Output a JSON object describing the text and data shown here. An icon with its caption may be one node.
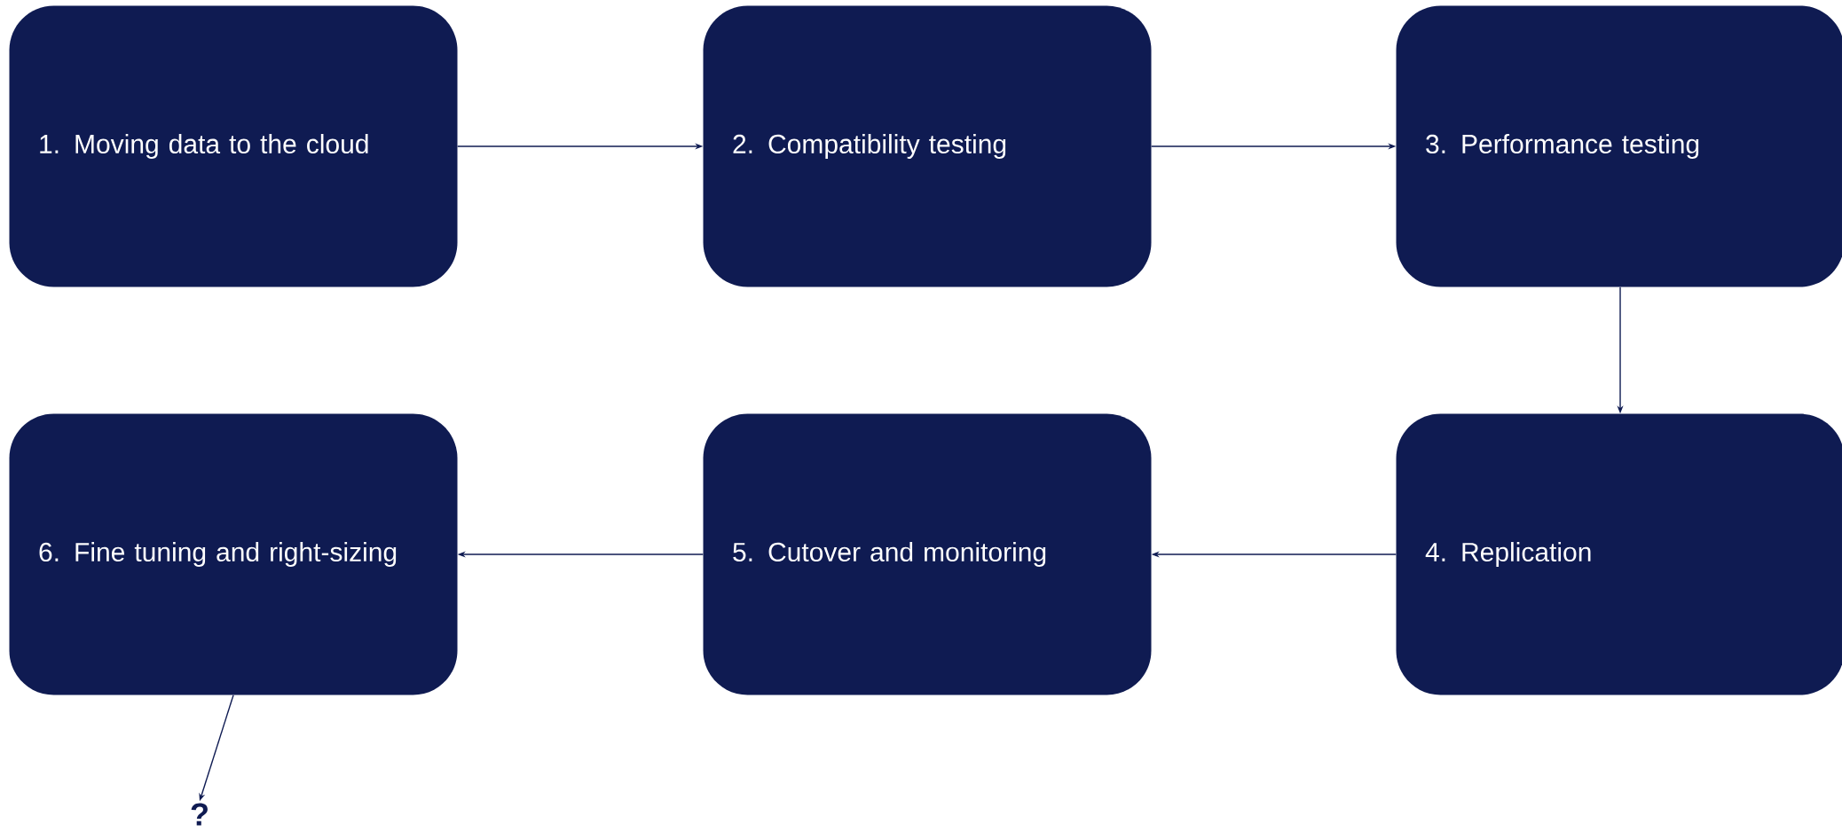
{
  "diagram": {
    "nodes": [
      {
        "text": [
          "1. Moving data to the cloud"
        ]
      },
      {
        "text": [
          "2. Compatibility testing"
        ]
      },
      {
        "text": [
          "3. Performance testing"
        ]
      },
      {
        "text": [
          "4. Replication"
        ]
      },
      {
        "text": [
          "5. Cutover and monitoring"
        ]
      },
      {
        "text": [
          "6. Fine tuning and right-sizing"
        ]
      },
      {
        "text": [
          "?"
        ]
      }
    ],
    "edges": [
      {
        "from": 0,
        "to": 1,
        "arrow": "to"
      },
      {
        "from": 1,
        "to": 2,
        "arrow": "to"
      },
      {
        "from": 2,
        "to": 3,
        "arrow": "to"
      },
      {
        "from": 3,
        "to": 4,
        "arrow": "to"
      },
      {
        "from": 4,
        "to": 5,
        "arrow": "to"
      },
      {
        "from": 5,
        "to": 6,
        "arrow": "to"
      }
    ]
  }
}
